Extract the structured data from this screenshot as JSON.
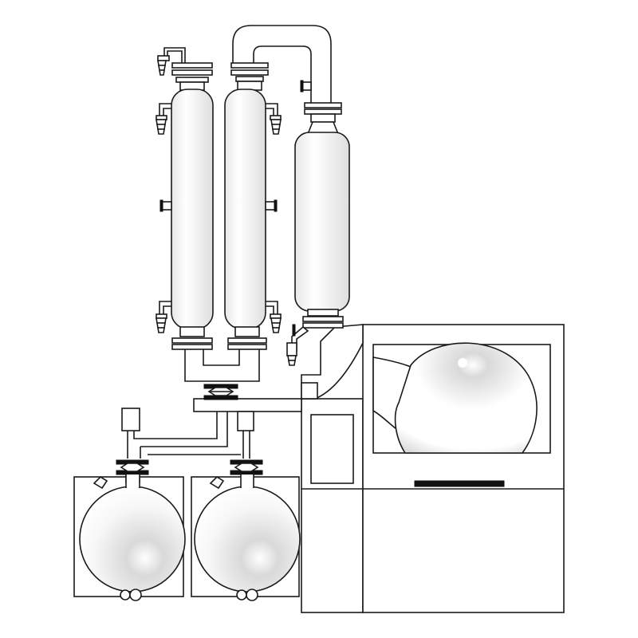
{
  "illustration": {
    "subject": "rotary-evaporator-apparatus",
    "components": {
      "left-condenser": "coil-condenser",
      "middle-condenser": "coil-condenser",
      "right-condenser": "cold-trap-condenser",
      "main-unit": "evaporator-housing",
      "evaporating-flask": "round-bottom-flask",
      "receiving-flasks": [
        "receiving-flask-left",
        "receiving-flask-right"
      ]
    },
    "colors": {
      "line": "#1a1a1a",
      "fill": "#ffffff",
      "shade": "#d9d9d9",
      "highlight": "#ffffff"
    }
  }
}
